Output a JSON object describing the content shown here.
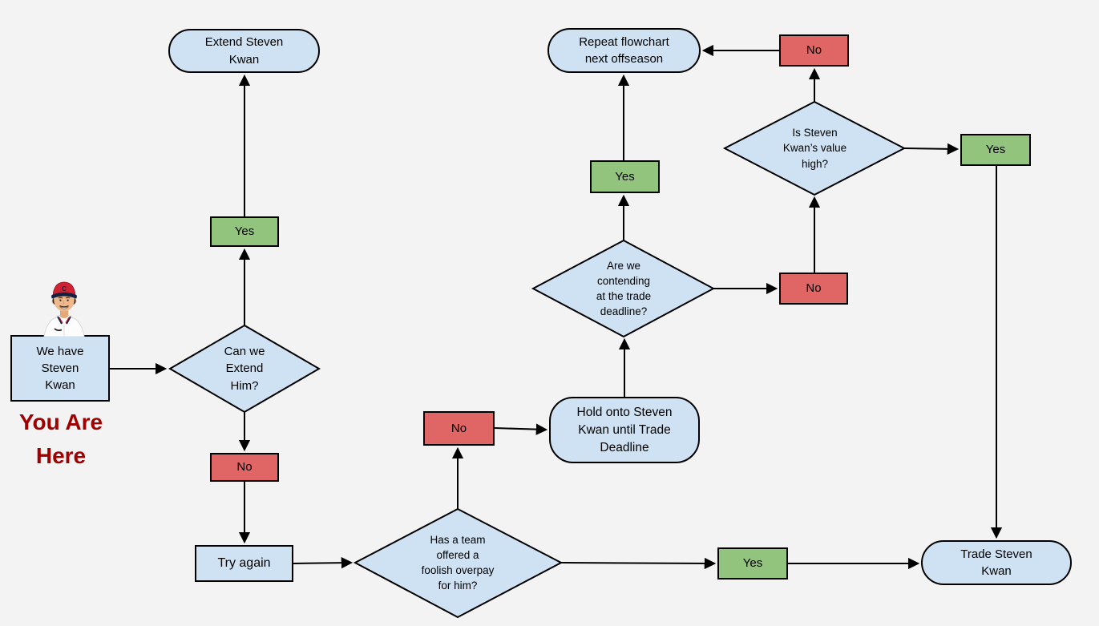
{
  "colors": {
    "background": "#f3f3f3",
    "shape_fill": "#cfe2f3",
    "yes_fill": "#93c47d",
    "no_fill": "#e06666",
    "outline": "#000000",
    "you_are_here_text": "#a00000"
  },
  "nodes": {
    "extend_steven_kwan": {
      "type": "terminal",
      "label": "Extend Steven\nKwan"
    },
    "yes_extend": {
      "type": "edge-label",
      "label": "Yes"
    },
    "can_we_extend": {
      "type": "decision",
      "label": "Can we\nExtend\nHim?"
    },
    "we_have_steven_kwan": {
      "type": "process",
      "label": "We have\nSteven\nKwan"
    },
    "no_extend": {
      "type": "edge-label",
      "label": "No"
    },
    "try_again": {
      "type": "process",
      "label": "Try again"
    },
    "has_team_overpay": {
      "type": "decision",
      "label": "Has a team\noffered a\nfoolish overpay\nfor him?"
    },
    "no_overpay": {
      "type": "edge-label",
      "label": "No"
    },
    "hold_onto_kwan": {
      "type": "terminal",
      "label": "Hold onto Steven\nKwan until Trade\nDeadline"
    },
    "are_we_contending": {
      "type": "decision",
      "label": "Are we\ncontending\nat the trade\ndeadline?"
    },
    "yes_contending": {
      "type": "edge-label",
      "label": "Yes"
    },
    "repeat_flowchart": {
      "type": "terminal",
      "label": "Repeat flowchart\nnext offseason"
    },
    "no_contending": {
      "type": "edge-label",
      "label": "No"
    },
    "is_value_high": {
      "type": "decision",
      "label": "Is Steven\nKwan’s value\nhigh?"
    },
    "no_value_high": {
      "type": "edge-label",
      "label": "No"
    },
    "yes_value_high": {
      "type": "edge-label",
      "label": "Yes"
    },
    "yes_overpay": {
      "type": "edge-label",
      "label": "Yes"
    },
    "trade_steven_kwan": {
      "type": "terminal",
      "label": "Trade Steven\nKwan"
    }
  },
  "annotation": {
    "you_are_here": "You Are\nHere"
  },
  "icons": {
    "player_photo": "steven-kwan-headshot"
  },
  "edges": [
    {
      "from": "we_have_steven_kwan",
      "to": "can_we_extend"
    },
    {
      "from": "can_we_extend",
      "via": "Yes",
      "to": "extend_steven_kwan"
    },
    {
      "from": "can_we_extend",
      "via": "No",
      "to": "try_again"
    },
    {
      "from": "try_again",
      "to": "has_team_overpay"
    },
    {
      "from": "has_team_overpay",
      "via": "No",
      "to": "hold_onto_kwan"
    },
    {
      "from": "has_team_overpay",
      "via": "Yes",
      "to": "trade_steven_kwan"
    },
    {
      "from": "hold_onto_kwan",
      "to": "are_we_contending"
    },
    {
      "from": "are_we_contending",
      "via": "Yes",
      "to": "repeat_flowchart"
    },
    {
      "from": "are_we_contending",
      "via": "No",
      "to": "is_value_high"
    },
    {
      "from": "is_value_high",
      "via": "No",
      "to": "repeat_flowchart"
    },
    {
      "from": "is_value_high",
      "via": "Yes",
      "to": "trade_steven_kwan"
    }
  ]
}
